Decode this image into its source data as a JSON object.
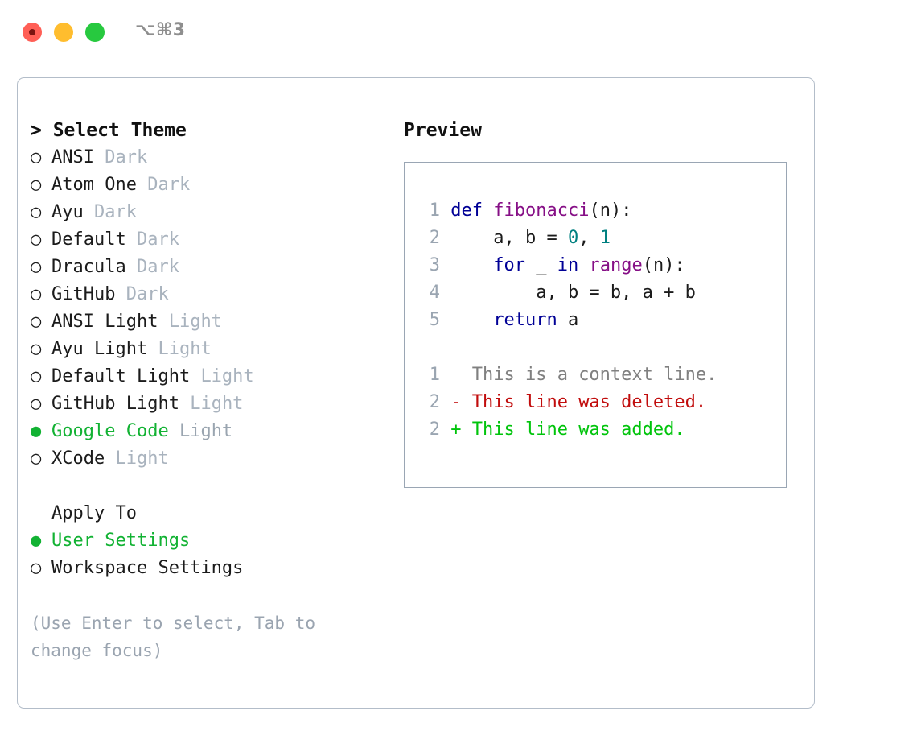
{
  "window": {
    "shortcut": "⌥⌘3",
    "traffic_lights": [
      {
        "name": "close",
        "color": "#ff5f56"
      },
      {
        "name": "minimize",
        "color": "#ffbd2e"
      },
      {
        "name": "maximize",
        "color": "#27c93f"
      }
    ]
  },
  "theme_picker": {
    "heading": "> Select Theme",
    "selected_marker": "●",
    "unselected_marker": "○",
    "accent_color": "#12b233",
    "items": [
      {
        "marker": "○",
        "name": "ANSI",
        "tag": "Dark",
        "selected": false
      },
      {
        "marker": "○",
        "name": "Atom One",
        "tag": "Dark",
        "selected": false
      },
      {
        "marker": "○",
        "name": "Ayu",
        "tag": "Dark",
        "selected": false
      },
      {
        "marker": "○",
        "name": "Default",
        "tag": "Dark",
        "selected": false
      },
      {
        "marker": "○",
        "name": "Dracula",
        "tag": "Dark",
        "selected": false
      },
      {
        "marker": "○",
        "name": "GitHub",
        "tag": "Dark",
        "selected": false
      },
      {
        "marker": "○",
        "name": "ANSI Light",
        "tag": "Light",
        "selected": false
      },
      {
        "marker": "○",
        "name": "Ayu Light",
        "tag": "Light",
        "selected": false
      },
      {
        "marker": "○",
        "name": "Default Light",
        "tag": "Light",
        "selected": false
      },
      {
        "marker": "○",
        "name": "GitHub Light",
        "tag": "Light",
        "selected": false
      },
      {
        "marker": "●",
        "name": "Google Code",
        "tag": "Light",
        "selected": true
      },
      {
        "marker": "○",
        "name": "XCode",
        "tag": "Light",
        "selected": false
      }
    ]
  },
  "apply_to": {
    "heading": "Apply To",
    "options": [
      {
        "marker": "●",
        "label": "User Settings",
        "selected": true
      },
      {
        "marker": "○",
        "label": "Workspace Settings",
        "selected": false
      }
    ]
  },
  "hint": "(Use Enter to select, Tab to\nchange focus)",
  "preview": {
    "heading": "Preview",
    "syntax_colors": {
      "keyword": "#000096",
      "function": "#860f86",
      "number": "#008080",
      "plain": "#1b1b1b",
      "lineno": "#9aa5b1",
      "diff_context": "#808080",
      "diff_deleted": "#c10c0c",
      "diff_added": "#00c40b"
    },
    "code_lines": [
      {
        "lineno": "1",
        "tokens": [
          {
            "text": "def ",
            "type": "keyword"
          },
          {
            "text": "fibonacci",
            "type": "function"
          },
          {
            "text": "(n):",
            "type": "plain"
          }
        ]
      },
      {
        "lineno": "2",
        "tokens": [
          {
            "text": "    a, b = ",
            "type": "plain"
          },
          {
            "text": "0",
            "type": "number"
          },
          {
            "text": ", ",
            "type": "plain"
          },
          {
            "text": "1",
            "type": "number"
          }
        ]
      },
      {
        "lineno": "3",
        "tokens": [
          {
            "text": "    ",
            "type": "plain"
          },
          {
            "text": "for",
            "type": "keyword"
          },
          {
            "text": " _ ",
            "type": "plain"
          },
          {
            "text": "in",
            "type": "keyword"
          },
          {
            "text": " ",
            "type": "plain"
          },
          {
            "text": "range",
            "type": "function"
          },
          {
            "text": "(n):",
            "type": "plain"
          }
        ]
      },
      {
        "lineno": "4",
        "tokens": [
          {
            "text": "        a, b = b, a + b",
            "type": "plain"
          }
        ]
      },
      {
        "lineno": "5",
        "tokens": [
          {
            "text": "    ",
            "type": "plain"
          },
          {
            "text": "return",
            "type": "keyword"
          },
          {
            "text": " a",
            "type": "plain"
          }
        ]
      }
    ],
    "diff_lines": [
      {
        "lineno": "1",
        "text": "  This is a context line.",
        "type": "diff_context"
      },
      {
        "lineno": "2",
        "text": "- This line was deleted.",
        "type": "diff_deleted"
      },
      {
        "lineno": "2",
        "text": "+ This line was added.",
        "type": "diff_added"
      }
    ]
  }
}
